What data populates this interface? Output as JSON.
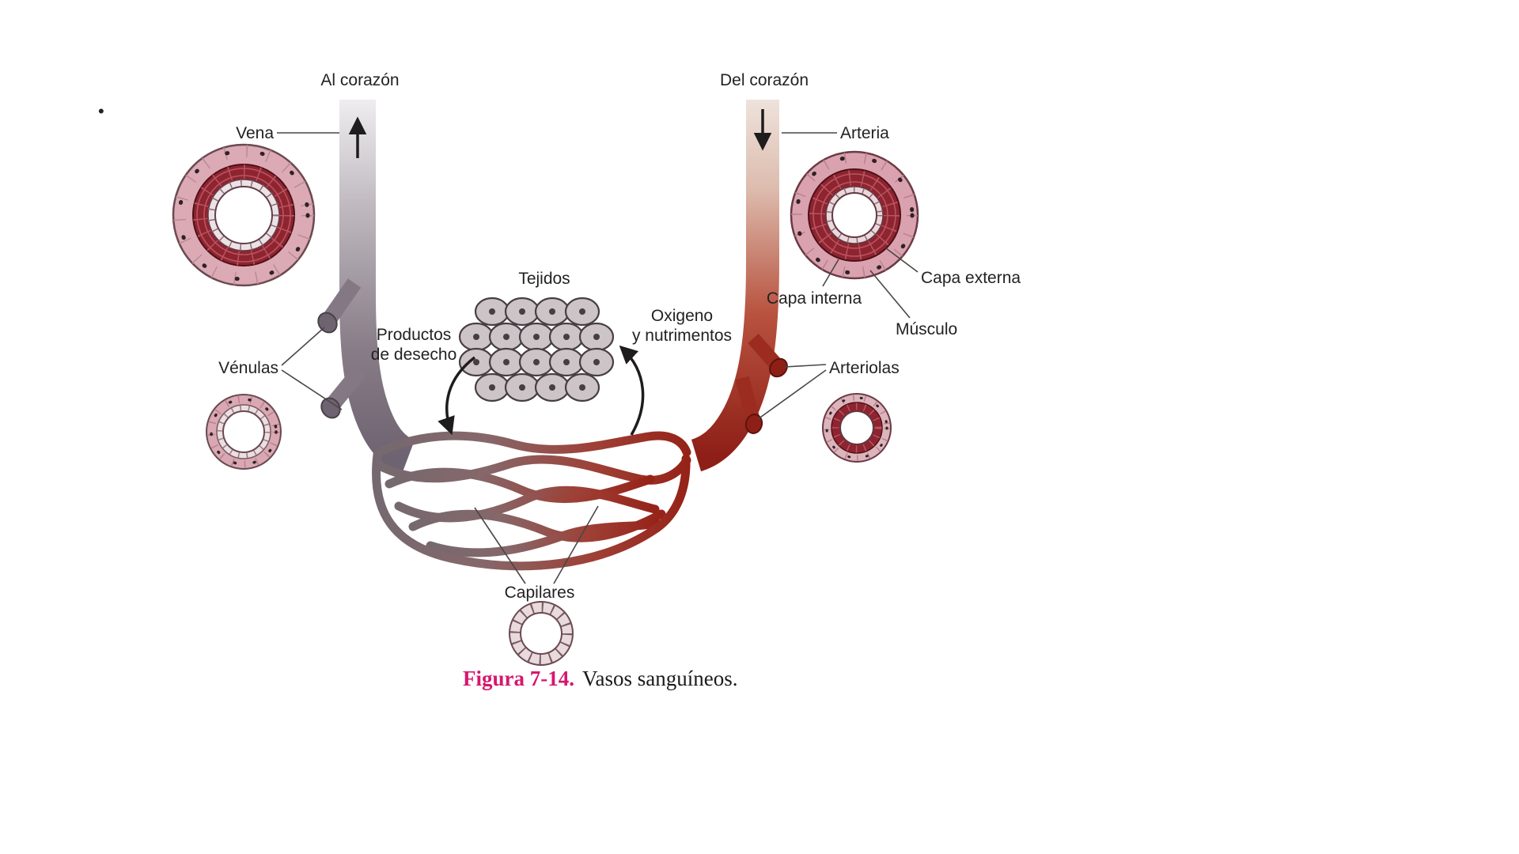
{
  "figure": {
    "bullet": "•",
    "top_labels": {
      "to_heart": "Al corazón",
      "from_heart": "Del corazón"
    },
    "vessel_labels": {
      "vena": "Vena",
      "arteria": "Arteria",
      "venulas": "Vénulas",
      "arteriolas": "Arteriolas",
      "capilares": "Capilares"
    },
    "center_labels": {
      "tejidos": "Tejidos",
      "productos_l1": "Productos",
      "productos_l2": "de desecho",
      "oxigeno_l1": "Oxigeno",
      "oxigeno_l2": "y nutrimentos"
    },
    "layer_labels": {
      "capa_interna": "Capa interna",
      "capa_externa": "Capa externa",
      "musculo": "Músculo"
    },
    "caption": {
      "label": "Figura 7-14.",
      "text": "Vasos sanguíneos."
    },
    "colors": {
      "vein_dark": "#6e6370",
      "vein_light": "#efedef",
      "artery_dark": "#8e1f17",
      "artery_light": "#eee2db",
      "muscle_ring": "#8e2430",
      "outer_layer_pink": "#dcaab4",
      "tissue_cell": "#cdc4c8",
      "caption_accent": "#d6176e"
    }
  }
}
